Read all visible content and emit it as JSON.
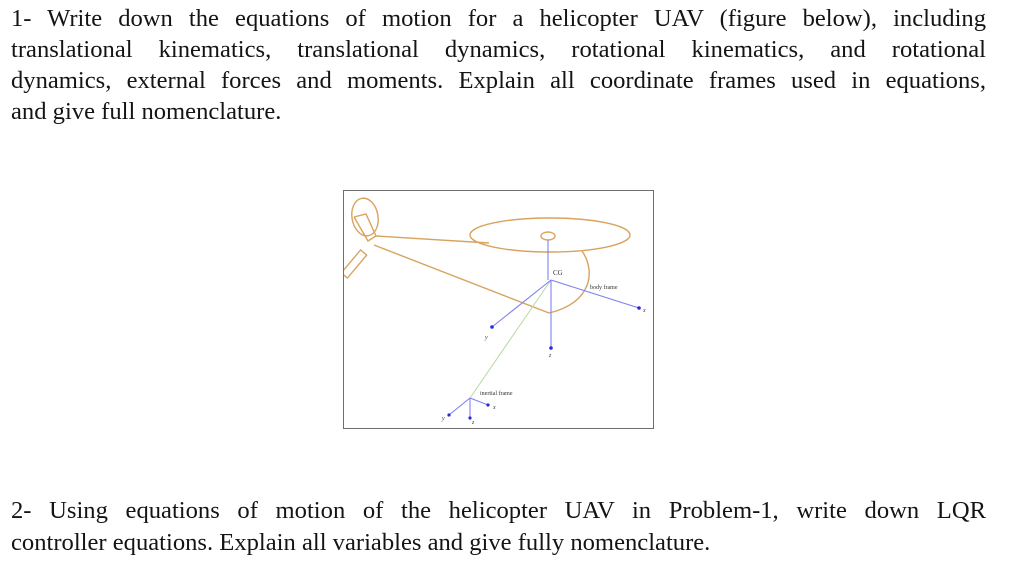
{
  "problem1": {
    "lines": [
      "1- Write down the equations of motion for a helicopter UAV (figure below), including",
      "translational kinematics, translational dynamics, rotational kinematics, and rotational",
      "dynamics, external forces and moments. Explain all coordinate frames used in equations,",
      "and give full nomenclature."
    ]
  },
  "figure": {
    "labels": {
      "cg": "CG",
      "body_frame": "body frame",
      "inertial_frame": "inertial frame",
      "body_x": "x",
      "body_y": "y",
      "body_z": "z",
      "inertial_x": "x",
      "inertial_y": "y",
      "inertial_z": "z"
    },
    "colors": {
      "airframe": "#d9a35f",
      "axes": "#6f6ff0",
      "axis_tip": "#2a2ad6",
      "position_vector": "#b9d9a0"
    }
  },
  "problem2": {
    "lines": [
      "2- Using equations of motion of the helicopter UAV in Problem-1, write down LQR",
      "controller equations. Explain all variables and give fully nomenclature."
    ]
  }
}
